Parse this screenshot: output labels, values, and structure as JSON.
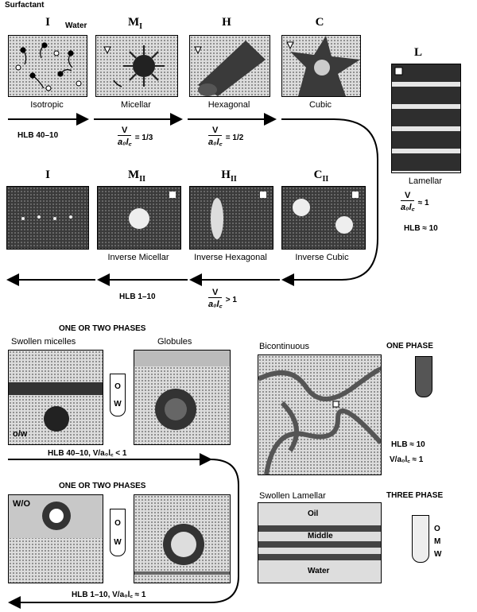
{
  "top": {
    "surfactant_label": "Surfactant",
    "water_label": "Water",
    "phases_row1": [
      {
        "symbol": "I",
        "name": "Isotropic"
      },
      {
        "symbol": "M",
        "sub": "I",
        "name": "Micellar"
      },
      {
        "symbol": "H",
        "name": "Hexagonal"
      },
      {
        "symbol": "C",
        "name": "Cubic"
      }
    ],
    "lamellar": {
      "symbol": "L",
      "name": "Lamellar",
      "ratio_rel": "≈ 1",
      "hlb": "HLB ≈ 10"
    },
    "hlb_row1": "HLB 40–10",
    "ratio_num": "V",
    "ratio_den": "a₀l꜀",
    "micellar_ratio": "= 1/3",
    "hexagonal_ratio": "= 1/2",
    "phases_row2": [
      {
        "symbol": "I",
        "name": ""
      },
      {
        "symbol": "M",
        "sub": "II",
        "name": "Inverse Micellar"
      },
      {
        "symbol": "H",
        "sub": "II",
        "name": "Inverse Hexagonal"
      },
      {
        "symbol": "C",
        "sub": "II",
        "name": "Inverse Cubic"
      }
    ],
    "hlb_row2": "HLB 1–10",
    "row2_ratio": "> 1"
  },
  "bottom": {
    "one_or_two_1": "ONE OR TWO PHASES",
    "swollen_micelles": "Swollen micelles",
    "globules": "Globules",
    "ow": "o/w",
    "tube1": [
      "O",
      "W"
    ],
    "hlb_a": "HLB 40–10,  V/a₀l꜀ < 1",
    "one_or_two_2": "ONE OR TWO PHASES",
    "wo": "W/O",
    "tube2": [
      "O",
      "W"
    ],
    "hlb_b": "HLB 1–10,  V/a₀l꜀ ≈ 1",
    "bicontinuous": "Bicontinuous",
    "one_phase": "ONE PHASE",
    "hlb_c1": "HLB ≈ 10",
    "hlb_c2": "V/a₀l꜀ ≈ 1",
    "swollen_lamellar": "Swollen Lamellar",
    "three_phase": "THREE PHASE",
    "layers": [
      "Oil",
      "Middle",
      "Water"
    ],
    "tube3": [
      "O",
      "M",
      "W"
    ]
  }
}
